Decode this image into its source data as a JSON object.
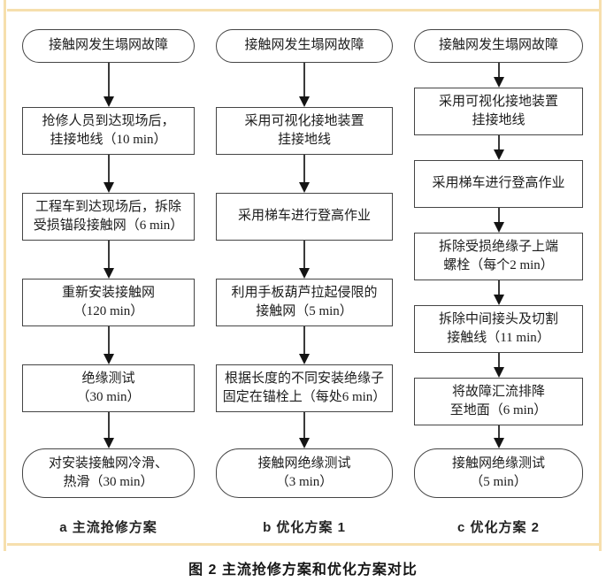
{
  "caption": "图 2  主流抢修方案和优化方案对比",
  "colors": {
    "frame": "#f6dfad",
    "box_border": "#454545",
    "text": "#1c1c1c",
    "arrow": "#141414",
    "background": "#ffffff"
  },
  "columns": [
    {
      "label": "a 主流抢修方案",
      "nodes": [
        {
          "shape": "rounded-start",
          "lines": [
            "接触网发生塌网故障"
          ]
        },
        {
          "shape": "rect",
          "lines": [
            "抢修人员到达现场后，",
            "挂接地线（10 min）"
          ]
        },
        {
          "shape": "rect",
          "lines": [
            "工程车到达现场后，拆除",
            "受损锚段接触网（6 min）"
          ]
        },
        {
          "shape": "rect",
          "lines": [
            "重新安装接触网",
            "（120 min）"
          ]
        },
        {
          "shape": "rect",
          "lines": [
            "绝缘测试",
            "（30 min）"
          ]
        },
        {
          "shape": "rounded-end",
          "lines": [
            "对安装接触网冷滑、",
            "热滑（30 min）"
          ]
        }
      ]
    },
    {
      "label": "b 优化方案 1",
      "nodes": [
        {
          "shape": "rounded-start",
          "lines": [
            "接触网发生塌网故障"
          ]
        },
        {
          "shape": "rect",
          "lines": [
            "采用可视化接地装置",
            "挂接地线"
          ]
        },
        {
          "shape": "rect",
          "lines": [
            "采用梯车进行登高作业"
          ]
        },
        {
          "shape": "rect",
          "lines": [
            "利用手板葫芦拉起侵限的",
            "接触网（5 min）"
          ]
        },
        {
          "shape": "rect",
          "lines": [
            "根据长度的不同安装绝缘子",
            "固定在锚栓上（每处6 min）"
          ]
        },
        {
          "shape": "rounded-end",
          "lines": [
            "接触网绝缘测试",
            "（3 min）"
          ]
        }
      ]
    },
    {
      "label": "c 优化方案 2",
      "nodes": [
        {
          "shape": "rounded-start",
          "lines": [
            "接触网发生塌网故障"
          ]
        },
        {
          "shape": "rect",
          "lines": [
            "采用可视化接地装置",
            "挂接地线"
          ]
        },
        {
          "shape": "rect",
          "lines": [
            "采用梯车进行登高作业"
          ]
        },
        {
          "shape": "rect",
          "lines": [
            "拆除受损绝缘子上端",
            "螺栓（每个2 min）"
          ]
        },
        {
          "shape": "rect",
          "lines": [
            "拆除中间接头及切割",
            "接触线（11 min）"
          ]
        },
        {
          "shape": "rect",
          "lines": [
            "将故障汇流排降",
            "至地面（6 min）"
          ]
        },
        {
          "shape": "rounded-end",
          "lines": [
            "接触网绝缘测试",
            "（5 min）"
          ]
        }
      ]
    }
  ]
}
